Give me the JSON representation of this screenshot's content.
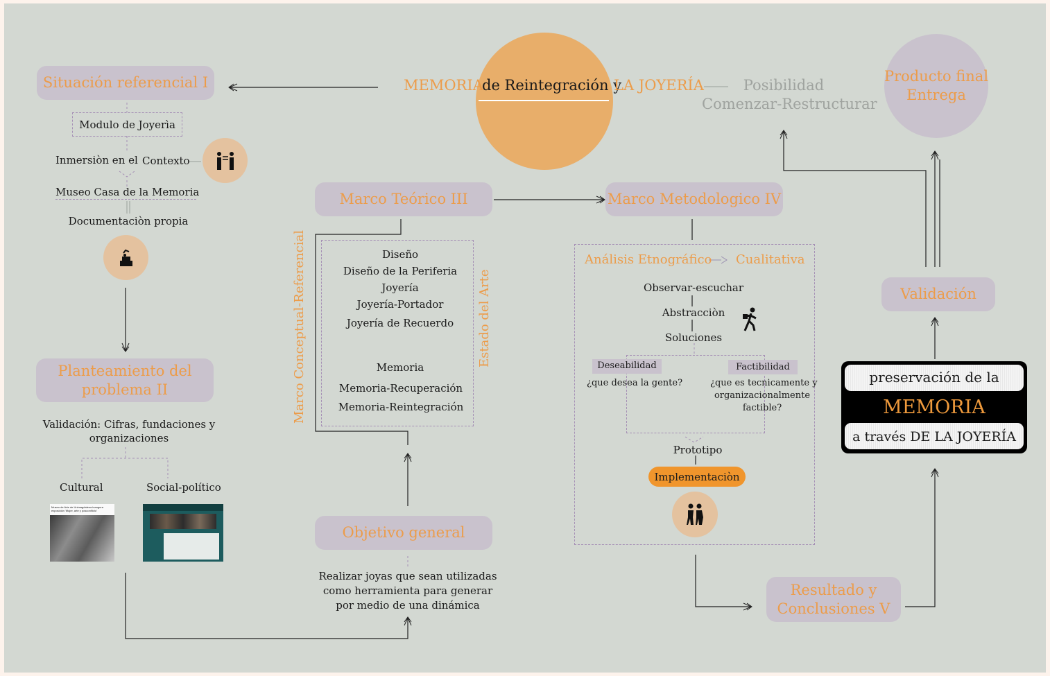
{
  "title": {
    "memoria": "MEMORIA",
    "middle": "de Reintegración y",
    "joyeria": "LA JOYERÍA",
    "posibilidad": "Posibilidad",
    "comenzar": "Comenzar-Restructurar"
  },
  "producto": {
    "line1": "Producto final",
    "line2": "Entrega"
  },
  "situacion": {
    "title": "Situación referencial  I",
    "modulo": "Modulo de Joyerìa",
    "inmersion": "Inmersiòn en el",
    "contexto": "Contexto",
    "museo": "Museo Casa de la Memoria",
    "documentacion": "Documentaciòn propia"
  },
  "planteamiento": {
    "line1": "Planteamiento del",
    "line2": "problema II",
    "validacion1": "Validación: Cifras, fundaciones y",
    "validacion2": "organizaciones",
    "cultural": "Cultural",
    "social": "Social-político",
    "thumb1_caption": "Museo de Arte de Unimagdalena inaugura exposición 'Mujer, arte y posconflicto'"
  },
  "teorico": {
    "title": "Marco Teórico III",
    "vertical": "Marco Conceptual-Referencial",
    "estado": "Estado del Arte",
    "items": [
      "Diseño",
      "Diseño de la Periferia",
      "Joyería",
      "Joyería-Portador",
      "Joyería de Recuerdo"
    ],
    "memoria_items": [
      "Memoria",
      "Memoria-Recuperación",
      "Memoria-Reintegración"
    ]
  },
  "objetivo": {
    "title": "Objetivo general",
    "text1": "Realizar joyas que sean utilizadas",
    "text2": "como herramienta para generar",
    "text3": "por medio de una dinámica"
  },
  "metodologico": {
    "title": "Marco Metodologico IV",
    "analisis": "Análisis Etnográfico",
    "cualitativa": "Cualitativa",
    "observar": "Observar-escuchar",
    "abstraccion": "Abstracciòn",
    "soluciones": "Soluciones",
    "deseabilidad": "Deseabilidad",
    "deseabilidad_q": "¿que desea la gente?",
    "factibilidad": "Factibilidad",
    "factibilidad_q1": "¿que es tecnicamente y",
    "factibilidad_q2": "organizacionalmente",
    "factibilidad_q3": "factible?",
    "prototipo": "Prototipo",
    "implementacion": "Implementaciòn"
  },
  "resultado": {
    "line1": "Resultado y",
    "line2": "Conclusiones V"
  },
  "validacion": {
    "title": "Validación"
  },
  "banner": {
    "line1": "preservación de la",
    "line2": "MEMORIA",
    "line3": "a través DE LA JOYERÍA"
  },
  "colors": {
    "background": "#d3d8d2",
    "pill": "#c9c2cd",
    "orange": "#ec9c4a",
    "peach": "#e4c29f",
    "circle": "#e8ae6a"
  }
}
